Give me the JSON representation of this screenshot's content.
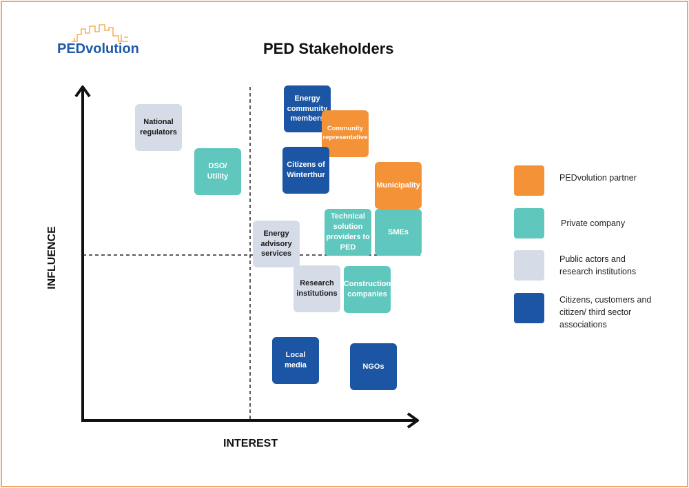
{
  "logo": {
    "text": "PEDvolution"
  },
  "title": "PED Stakeholders",
  "axes": {
    "x_label": "INTEREST",
    "y_label": "INFLUENCE"
  },
  "colors": {
    "partner": "#f39237",
    "private": "#5fc7bd",
    "public": "#d6dce7",
    "citizens": "#1b55a3"
  },
  "stakeholders": [
    {
      "label": "Energy\ncommunity\nmembers",
      "category": "citizens"
    },
    {
      "label": "Community\nrepresentative",
      "category": "partner"
    },
    {
      "label": "National\nregulators",
      "category": "public"
    },
    {
      "label": "DSO/\nUtility",
      "category": "private"
    },
    {
      "label": "Citizens of\nWinterthur",
      "category": "citizens"
    },
    {
      "label": "Municipality",
      "category": "partner"
    },
    {
      "label": "Technical\nsolution\nproviders to\nPED",
      "category": "private"
    },
    {
      "label": "SMEs",
      "category": "private"
    },
    {
      "label": "Energy\nadvisory\nservices",
      "category": "public"
    },
    {
      "label": "Research\ninstitutions",
      "category": "public"
    },
    {
      "label": "Construction\ncompanies",
      "category": "private"
    },
    {
      "label": "Local\nmedia",
      "category": "citizens"
    },
    {
      "label": "NGOs",
      "category": "citizens"
    }
  ],
  "legend": [
    {
      "label": "PEDvolution partner",
      "category": "partner"
    },
    {
      "label": "Private company",
      "category": "private"
    },
    {
      "label": "Public actors and\nresearch institutions",
      "category": "public"
    },
    {
      "label": "Citizens, customers and\ncitizen/ third sector\nassociations",
      "category": "citizens"
    }
  ]
}
